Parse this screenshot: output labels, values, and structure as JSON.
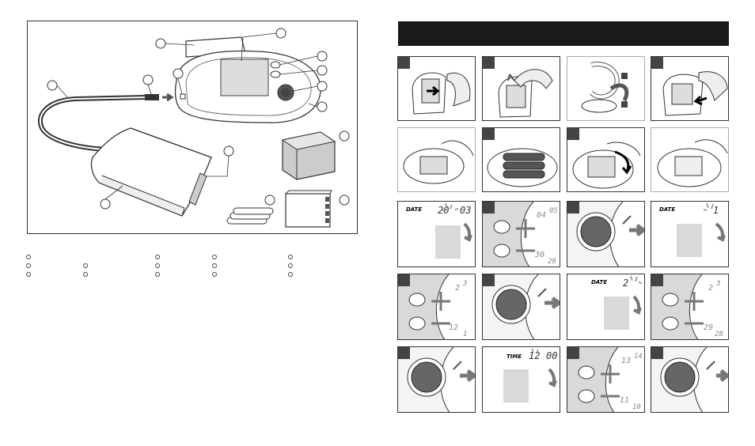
{
  "colors": {
    "header_bar": "#1a1a1a",
    "panel_border": "#333333",
    "shade": "#d9d9d9",
    "button_fill": "#666666",
    "arrow": "#777777"
  },
  "display_panels": {
    "date_year": {
      "label": "DATE",
      "left": "20",
      "right": "03"
    },
    "month_adjust": {
      "top": "04",
      "top_sup": "05",
      "bottom": "30",
      "bottom_sub": "29"
    },
    "date_month": {
      "label": "DATE",
      "value": "1"
    },
    "month_set": {
      "top": "2",
      "top_sup": "3",
      "bottom": "12",
      "bottom_sub": "1"
    },
    "date_day": {
      "label": "DATE",
      "value": "2"
    },
    "day_adjust": {
      "top": "2",
      "top_sup": "3",
      "bottom": "29",
      "bottom_sub": "28"
    },
    "time_hours": {
      "label": "TIME",
      "hours": "12",
      "minutes": "00"
    },
    "hours_adjust": {
      "top": "13",
      "top_sup": "14",
      "bottom": "11",
      "bottom_sub": "10"
    }
  },
  "icons": [
    "cuff-icon",
    "monitor-icon",
    "battery-icon",
    "manual-icon",
    "pouch-icon",
    "arrow-icon",
    "plus-button-icon",
    "minus-button-icon",
    "start-button-icon"
  ]
}
